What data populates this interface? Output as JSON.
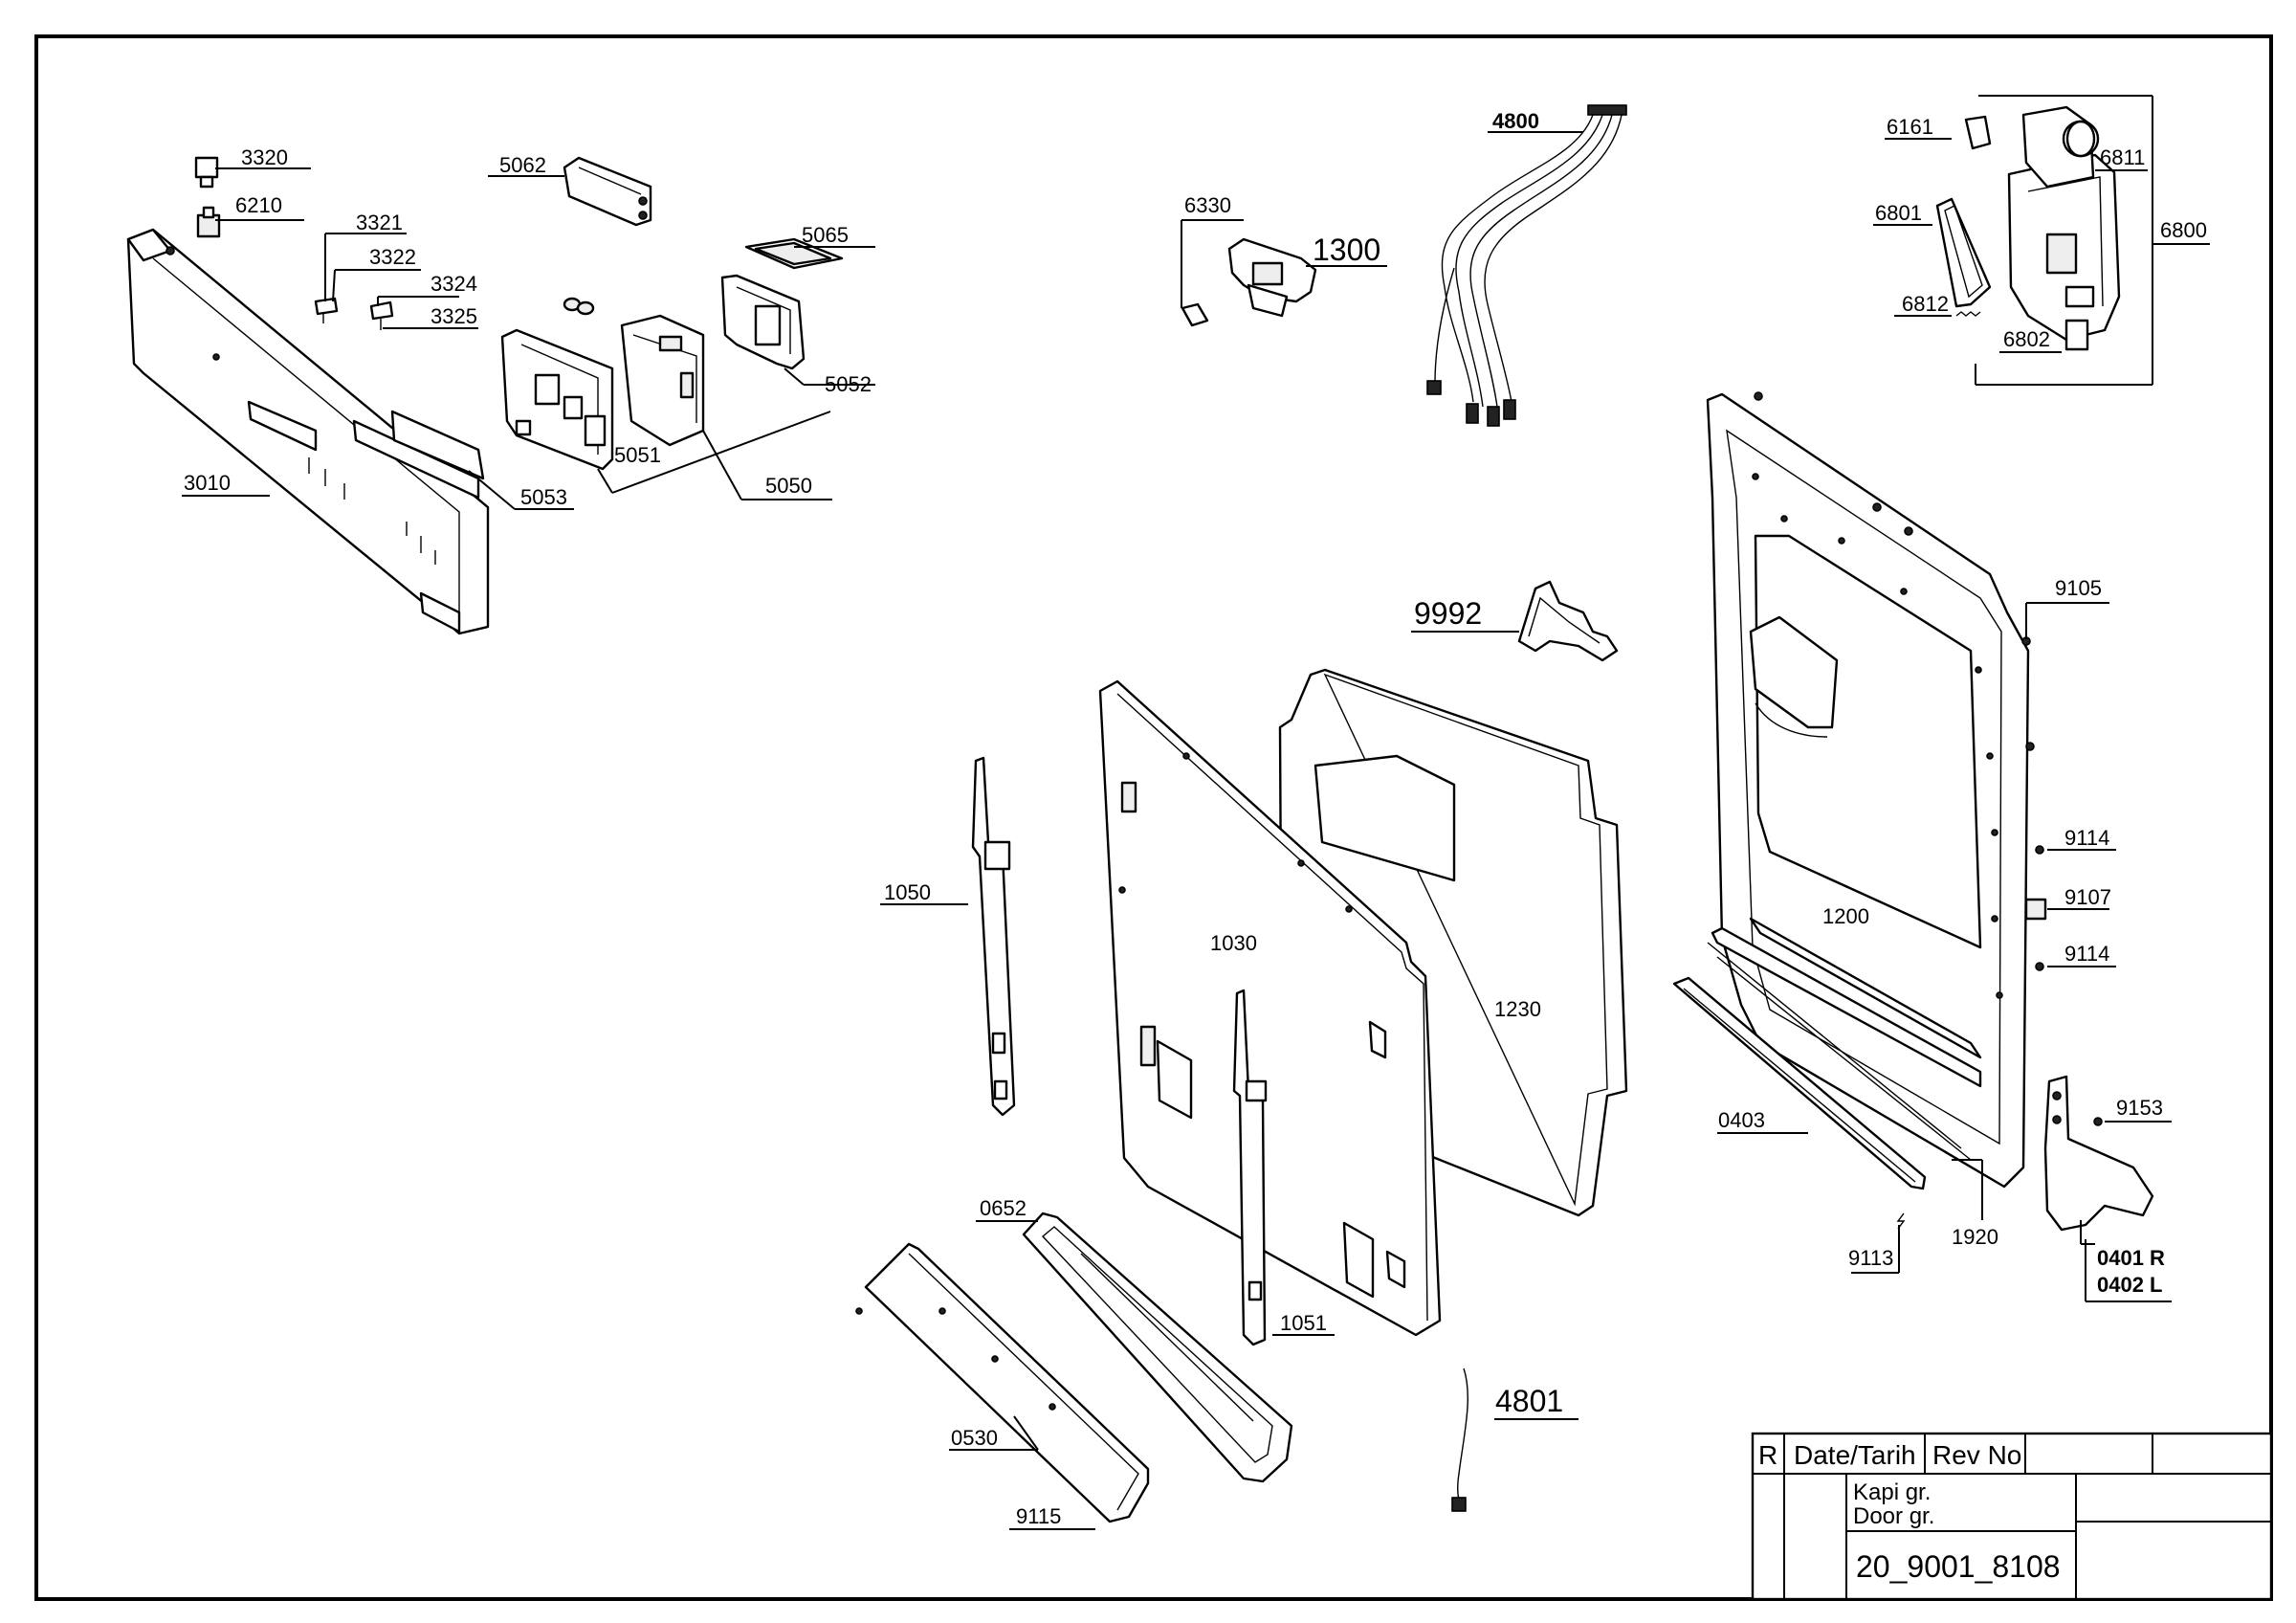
{
  "labels": {
    "p3320": "3320",
    "p6210": "6210",
    "p3321": "3321",
    "p3322": "3322",
    "p3324": "3324",
    "p3325": "3325",
    "p5062": "5062",
    "p5065": "5065",
    "p5052": "5052",
    "p5051": "5051",
    "p5050": "5050",
    "p5053": "5053",
    "p3010": "3010",
    "p6330": "6330",
    "p1300": "1300",
    "p4800": "4800",
    "p6161": "6161",
    "p6811": "6811",
    "p6801": "6801",
    "p6800": "6800",
    "p6812": "6812",
    "p6802": "6802",
    "p9105": "9105",
    "p9992": "9992",
    "p9114a": "9114",
    "p9107": "9107",
    "p9114b": "9114",
    "p1200": "1200",
    "p1050": "1050",
    "p1030": "1030",
    "p1230": "1230",
    "p0403": "0403",
    "p9153": "9153",
    "p1920": "1920",
    "p9113": "9113",
    "p0401": "0401 R",
    "p0402": "0402 L",
    "p0652": "0652",
    "p1051": "1051",
    "p4801": "4801",
    "p0530": "0530",
    "p9115": "9115"
  },
  "title_block": {
    "r": "R",
    "date": "Date/Tarih",
    "rev": "Rev No",
    "name_tr": "Kapi gr.",
    "name_en": "Door gr.",
    "drawing_no": "20_9001_8108"
  }
}
